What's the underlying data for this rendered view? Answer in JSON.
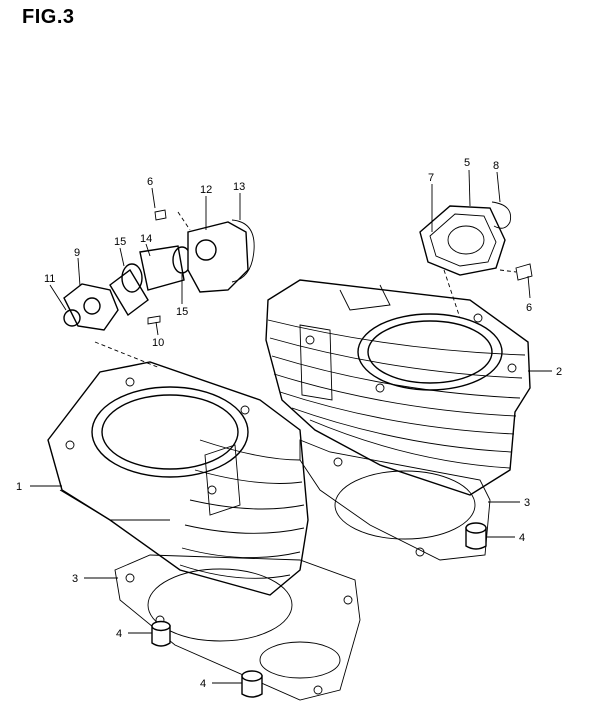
{
  "figure": {
    "title": "FIG.3"
  },
  "callouts": {
    "p1": "1",
    "p2": "2",
    "p3a": "3",
    "p3b": "3",
    "p4a": "4",
    "p4b": "4",
    "p4c": "4",
    "p5": "5",
    "p6a": "6",
    "p6b": "6",
    "p7": "7",
    "p8": "8",
    "p9": "9",
    "p10": "10",
    "p11": "11",
    "p12": "12",
    "p13": "13",
    "p14": "14",
    "p15a": "15",
    "p15b": "15"
  }
}
